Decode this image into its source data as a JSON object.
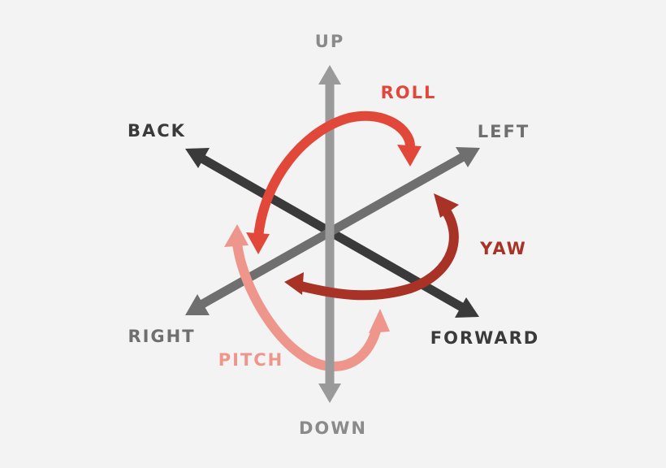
{
  "labels": {
    "up": "UP",
    "down": "DOWN",
    "back": "BACK",
    "forward": "FORWARD",
    "left": "LEFT",
    "right": "RIGHT",
    "roll": "ROLL",
    "yaw": "YAW",
    "pitch": "PITCH"
  },
  "colors": {
    "background": "#f3f3f3",
    "vertical_axis": "#9a9a9a",
    "left_right_axis": "#6f6f6f",
    "back_forward_axis": "#3a3a3a",
    "roll": "#e2483a",
    "yaw": "#a93226",
    "pitch": "#ee968c",
    "axis_label": "#8a8a8a",
    "dark_label": "#3a3a3a"
  }
}
